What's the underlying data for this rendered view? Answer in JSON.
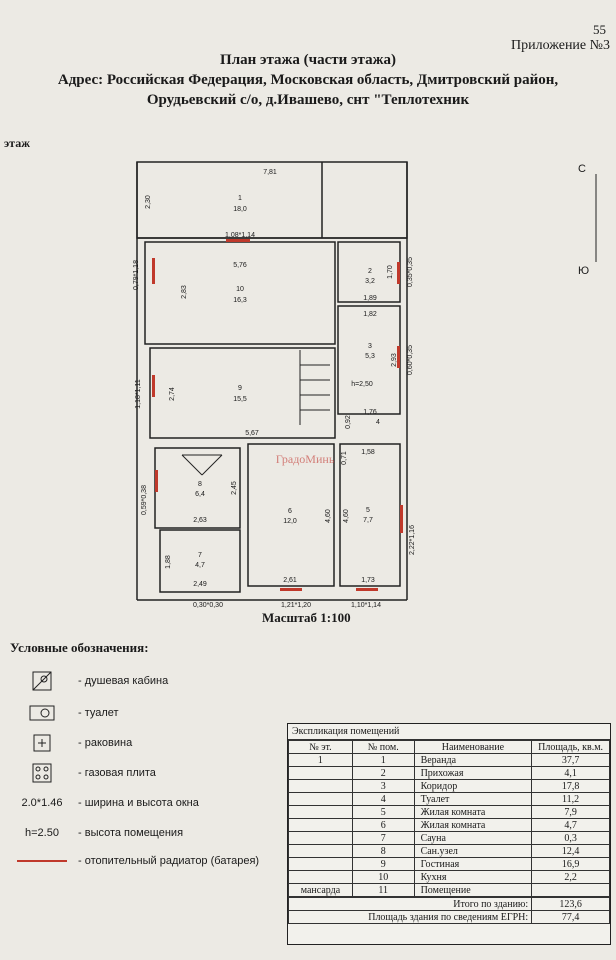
{
  "header": {
    "page_number": "55",
    "appendix": "Приложение №3",
    "title_line1": "План этажа (части этажа)",
    "title_line2": "Адрес: Российская Федерация, Московская область, Дмитровский район,",
    "title_line3": "Орудьевский с/о, д.Ивашево, снт \"Теплотехник"
  },
  "floor_label": "этаж",
  "compass": {
    "north": "С",
    "south": "Ю"
  },
  "plan": {
    "rooms": [
      {
        "num": "1",
        "area": "18,0"
      },
      {
        "num": "2",
        "area": "3,2"
      },
      {
        "num": "3",
        "area": "5,3"
      },
      {
        "num": "4",
        "area": ""
      },
      {
        "num": "5",
        "area": "7,7"
      },
      {
        "num": "6",
        "area": "12,0"
      },
      {
        "num": "7",
        "area": "4,7"
      },
      {
        "num": "8",
        "area": "6,4"
      },
      {
        "num": "9",
        "area": "15,5"
      },
      {
        "num": "10",
        "area": "16,3"
      }
    ],
    "dimensions": {
      "d781": "7,81",
      "d230": "2,30",
      "d108": "1,08*1,14",
      "d576": "5,76",
      "d283": "2,83",
      "d079": "0,79*1,18",
      "d170": "1,70",
      "d189": "1,89",
      "d035": "0,35*0,35",
      "d182": "1,82",
      "d293": "2,93",
      "d060": "0,60*0,35",
      "dh250": "h=2,50",
      "d176": "1,76",
      "d092": "0,92",
      "d274": "2,74",
      "d118": "1,18*1,11",
      "d567": "5,67",
      "d071": "0,71",
      "d158": "1,58",
      "d245": "2,45",
      "d460a": "4,60",
      "d460b": "4,60",
      "d059": "0,59*0,38",
      "d263": "2,63",
      "d188": "1,88",
      "d249": "2,49",
      "d261": "2,61",
      "d173": "1,73",
      "d222": "2,22*1,16",
      "d030": "0,30*0,30",
      "d121": "1,21*1,20",
      "d110": "1,10*1,14"
    },
    "watermark": "ГрадоМинь"
  },
  "scale": "Масштаб 1:100",
  "legend": {
    "title": "Условные обозначения:",
    "items": [
      {
        "icon": "shower-icon",
        "text": "- душевая кабина"
      },
      {
        "icon": "toilet-icon",
        "text": "- туалет"
      },
      {
        "icon": "sink-icon",
        "text": "- раковина"
      },
      {
        "icon": "gas-stove-icon",
        "text": "- газовая плита"
      },
      {
        "icon": "window-size-icon",
        "symbol": "2.0*1.46",
        "text": "- ширина и высота окна"
      },
      {
        "icon": "room-height-icon",
        "symbol": "h=2.50",
        "text": "- высота помещения"
      },
      {
        "icon": "radiator-icon",
        "text": "- отопительный радиатор (батарея)"
      }
    ]
  },
  "explication": {
    "caption": "Экспликация помещений",
    "headers": [
      "№ эт.",
      "№ пом.",
      "Наименование",
      "Площадь, кв.м."
    ],
    "rows": [
      [
        "1",
        "1",
        "Веранда",
        "37,7"
      ],
      [
        "",
        "2",
        "Прихожая",
        "4,1"
      ],
      [
        "",
        "3",
        "Коридор",
        "17,8"
      ],
      [
        "",
        "4",
        "Туалет",
        "11,2"
      ],
      [
        "",
        "5",
        "Жилая комната",
        "7,9"
      ],
      [
        "",
        "6",
        "Жилая комната",
        "4,7"
      ],
      [
        "",
        "7",
        "Сауна",
        "0,3"
      ],
      [
        "",
        "8",
        "Сан.узел",
        "12,4"
      ],
      [
        "",
        "9",
        "Гостиная",
        "16,9"
      ],
      [
        "",
        "10",
        "Кухня",
        "2,2"
      ],
      [
        "мансарда",
        "11",
        "Помещение",
        ""
      ]
    ],
    "total_label": "Итого по зданию:",
    "total_value": "123,6",
    "egrn_label": "Площадь здания по сведениям ЕГРН:",
    "egrn_value": "77,4"
  },
  "colors": {
    "radiator": "#c0392b",
    "ink": "#1a1a1a"
  }
}
